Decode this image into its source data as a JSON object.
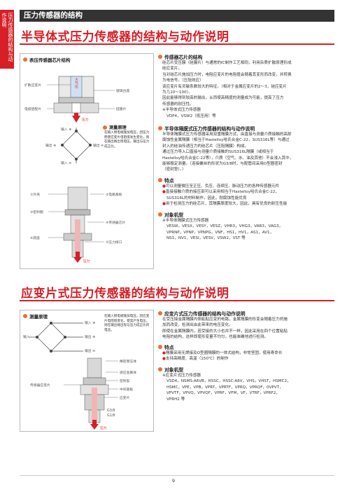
{
  "side_tab": "压力传感器的结构与动作说明",
  "section_bar": "压力传感器的结构",
  "title1": "半导体式压力传感器的结构与动作说明",
  "title2": "应变片式压力传感器的结构与动作说明",
  "fig1": {
    "header": "表压传感器芯片结构",
    "labels": {
      "strain": "扩散应变片",
      "atmos": "大气压",
      "sealing": "玻璃台座",
      "electrode": "电极铝配片",
      "diaphragm": "硅膜片",
      "pressure": "压力",
      "in_plus": "输入",
      "out_plus": "输出",
      "in_minus": "输入",
      "out_minus": "输出",
      "measure_title": "测量原理",
      "measure_text": "在输入侧电端施加电压，因压力而使应变片电阻值发生变化，则在输出端出现电压，输出与压力成正比。",
      "module": "①外壳",
      "pcb": "②电路基板",
      "seal": "③密封圈",
      "chip": "④传感器芯片",
      "port": "⑤压力接口",
      "base": "⑥底座",
      "press2": "压力"
    }
  },
  "sec1": {
    "h_chip": "传感器芯片的结构",
    "chip_text": [
      "硅芯片受压膜（硅膜片）与通常的IC制作工艺相同，利用杂质扩散原理形成",
      "硅应变片。",
      "当对硅芯片施加压力时，电阻应变片的电阻值会随着其变形而改变，并转换",
      "为电信号。（压阻效应）",
      "该应变片有灵敏系数较大的特征。（相对于金属应变片的2～3，硅应变片",
      "为几10～100）。",
      "因此能够得到较高的输出，从而使高精度的测量成为可能，提高了压力",
      "传感器的耐压性。",
      "※半导体式压力传感器",
      "VDP4，VSW2（低压用）等"
    ],
    "h_sealed": "半导体隔膜式压力传感器的结构与动作说明",
    "sealed_text": [
      "半导体隔膜式压力传感器采用双重隔膜方式，由直接与测量介质接触的高耐",
      "腐蚀性金属隔膜（相当于Hastelloy哈氏合金C-22，SUS316L等）与通过",
      "封入的硅油传递压力的硅芯片（压阻隔膜）构成。",
      "通过压力导入口直接与测量介质接触的SUS316L隔膜（或相当于",
      "Hastelloy哈氏合金C-22等），介质（空气、水、油及其他）不会浸入其中，",
      "能够稳定测量。〔连接螺丝的形状为G3/8时，与配管间采用O型圈密封",
      "（密封垫）。〕"
    ],
    "h_feature": "特点",
    "features": [
      "可以测量微压至正压、负压、连续压、脉动压力的各种传感器元件",
      "直接接触介质的接压部可以采用相当于Hastelloy哈氏合金C-22，",
      "SUS316L的材料制作，因此，耐腐蚀性能优良",
      "用于检测压力的硅芯片，其隔膜厚度较大，因此，具有优良的耐压性能"
    ],
    "h_models": "对象机型",
    "models_head": "※半导体隔膜式压力传感器",
    "models": [
      "VESW，VESX，VESY，VESZ，VHR3，VHG3，VAR3，VAG3，",
      "VPRNP，VPNP，VPNPG，VNF，HS1，HV1，AS1，AV1，",
      "NS1，NV1，VESI，VESV，VSW2，VST 等"
    ]
  },
  "fig2": {
    "header": "测量原理",
    "measure_text": "在输入侧电端施加电压，因应变片电阻值变化，使其产生电压，则在输出端出现与压力成正比的电压。",
    "in_plus": "输入",
    "out_plus": "输出",
    "out_minus": "输出",
    "in_minus": "输入",
    "strain_gauge": "传感器应变片",
    "labels_right": [
      "精密受压体",
      "感应金属体",
      "密封胶",
      "中间基板",
      "应变片"
    ],
    "thread1": "G3/8",
    "thread2": "G1/8",
    "press": "压力"
  },
  "sec2": {
    "h_struct": "应变片式压力传感器的结构与动作说明",
    "struct_text": [
      "在受压接金属隔膜内侧粘贴应变的电路，金属隔膜的形变会随着压力的施",
      "加而改变，检测出由此带来的电压变化。",
      "即使在金属隔膜内，若受接的大小也并不一样，因此采用在四个位置粘贴",
      "电阻的结构，这样即使形变量不均匀，也能准确地进行检测。"
    ],
    "h_feature": "特点",
    "features": [
      "隔膜采用无焊接及O型圈隔膜的一体式结构，非常坚固，使用寿命长",
      "支持高精度、高温（150℃）的制作"
    ],
    "h_models": "对象机型",
    "models_head": "※应变片式压力传感器",
    "models": [
      "VSD4，NSMS-A6VB，HSSC，HSSC-A6V，VHS，VHST，HSMC2，",
      "HSMC，VPE，VPB，VPRT，VPRTF，VPRQ，VPRQF，0VPVT，",
      "VPVTF，VPVQ，VPVQF，VPRF，VFM，VF，VTRF，VPRF2，",
      "VPRH2 等"
    ]
  },
  "page_number": "9",
  "colors": {
    "accent": "#d61f26",
    "orange": "#e8703a",
    "dark": "#333333"
  }
}
